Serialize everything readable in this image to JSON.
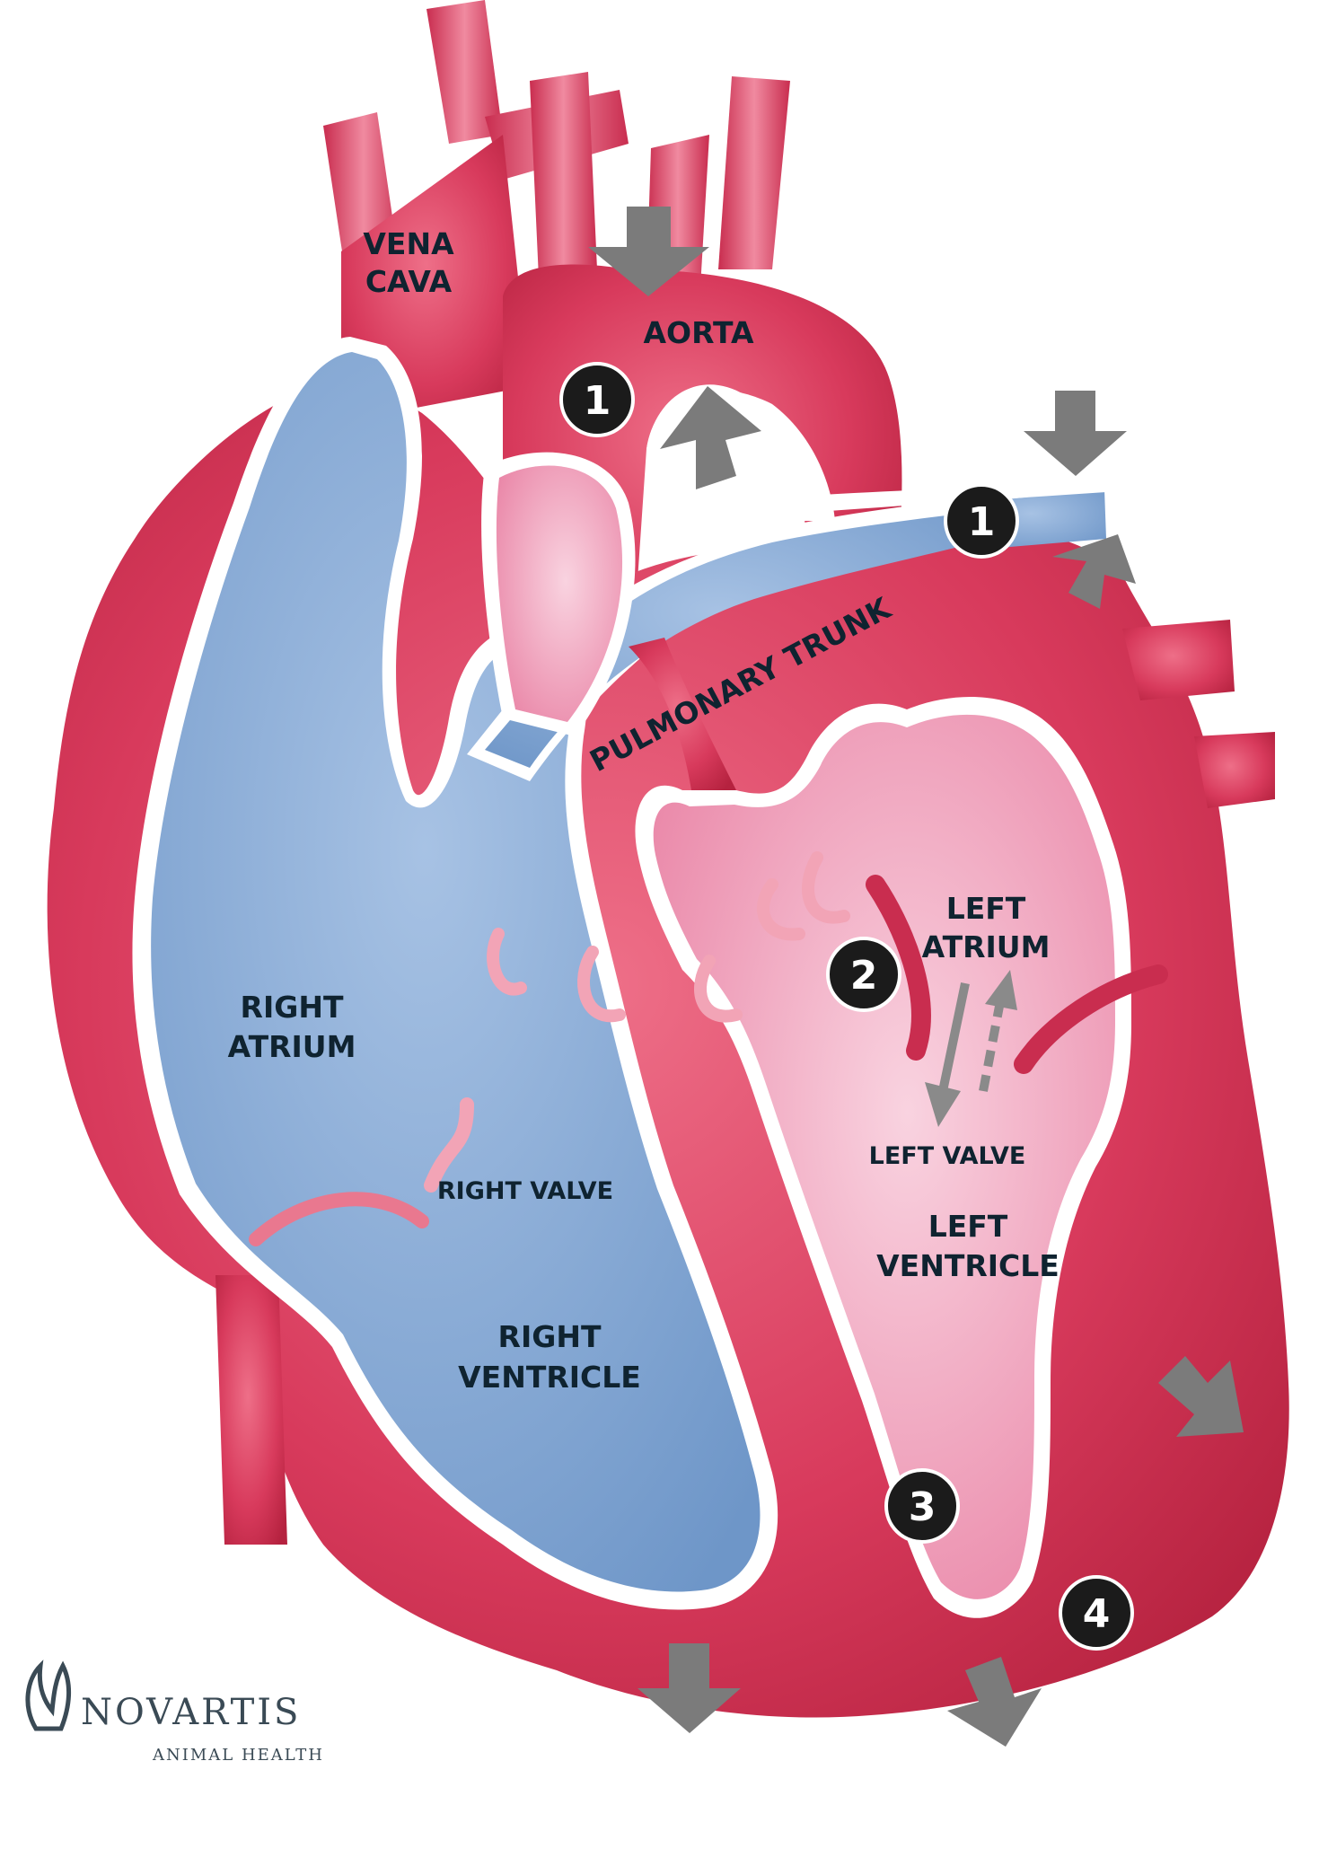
{
  "labels": {
    "vena_cava": [
      "VENA",
      "CAVA"
    ],
    "aorta": "AORTA",
    "pulmonary_trunk": "PULMONARY TRUNK",
    "right_atrium": [
      "RIGHT",
      "ATRIUM"
    ],
    "left_atrium": [
      "LEFT",
      "ATRIUM"
    ],
    "right_valve": "RIGHT VALVE",
    "left_valve": "LEFT VALVE",
    "left_ventricle": [
      "LEFT",
      "VENTRICLE"
    ],
    "right_ventricle": [
      "RIGHT",
      "VENTRICLE"
    ]
  },
  "markers": [
    "1",
    "1",
    "2",
    "3",
    "4"
  ],
  "logo": {
    "name": "NOVARTIS",
    "sub": "ANIMAL HEALTH"
  },
  "colors": {
    "muscle": "#d83a5c",
    "muscle_light": "#ec7e93",
    "oxygen_poor": "#7fa4d2",
    "oxygen_rich": "#f0a0bb",
    "arrow": "#7b7b7b",
    "badge": "#1b1b1b"
  }
}
